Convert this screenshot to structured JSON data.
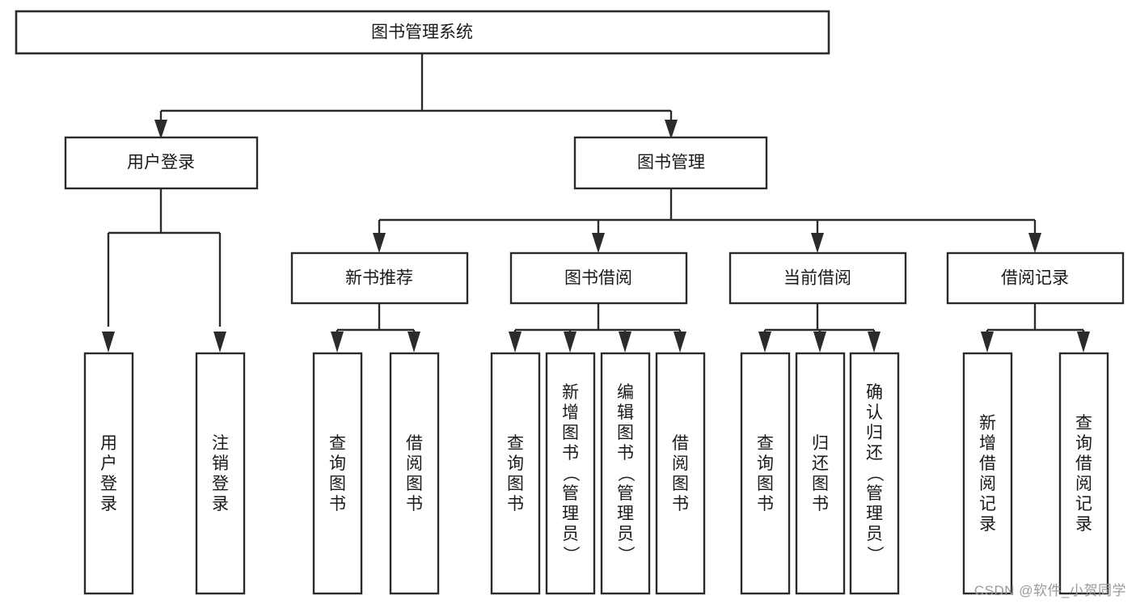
{
  "diagram": {
    "type": "tree-hierarchy",
    "title": "图书管理系统",
    "watermark": "CSDN @软件_小贺同学",
    "colors": {
      "stroke": "#2b2b2b",
      "box_fill": "#ffffff",
      "text": "#1a1a1a",
      "background": "#ffffff",
      "watermark_text": "#9a9a9a"
    },
    "levels": {
      "root": {
        "label": "图书管理系统"
      },
      "level2": [
        {
          "label": "用户登录"
        },
        {
          "label": "图书管理"
        }
      ],
      "level3": [
        {
          "label": "新书推荐"
        },
        {
          "label": "图书借阅"
        },
        {
          "label": "当前借阅"
        },
        {
          "label": "借阅记录"
        }
      ],
      "leaves": [
        {
          "label": "用户登录",
          "parent": "用户登录"
        },
        {
          "label": "注销登录",
          "parent": "用户登录"
        },
        {
          "label": "查询图书",
          "parent": "新书推荐"
        },
        {
          "label": "借阅图书",
          "parent": "新书推荐"
        },
        {
          "label": "查询图书",
          "parent": "图书借阅"
        },
        {
          "label": "新增图书（管理员）",
          "parent": "图书借阅"
        },
        {
          "label": "编辑图书（管理员）",
          "parent": "图书借阅"
        },
        {
          "label": "借阅图书",
          "parent": "图书借阅"
        },
        {
          "label": "查询图书",
          "parent": "当前借阅"
        },
        {
          "label": "归还图书",
          "parent": "当前借阅"
        },
        {
          "label": "确认归还（管理员）",
          "parent": "当前借阅"
        },
        {
          "label": "新增借阅记录",
          "parent": "借阅记录"
        },
        {
          "label": "查询借阅记录",
          "parent": "借阅记录"
        }
      ]
    }
  }
}
